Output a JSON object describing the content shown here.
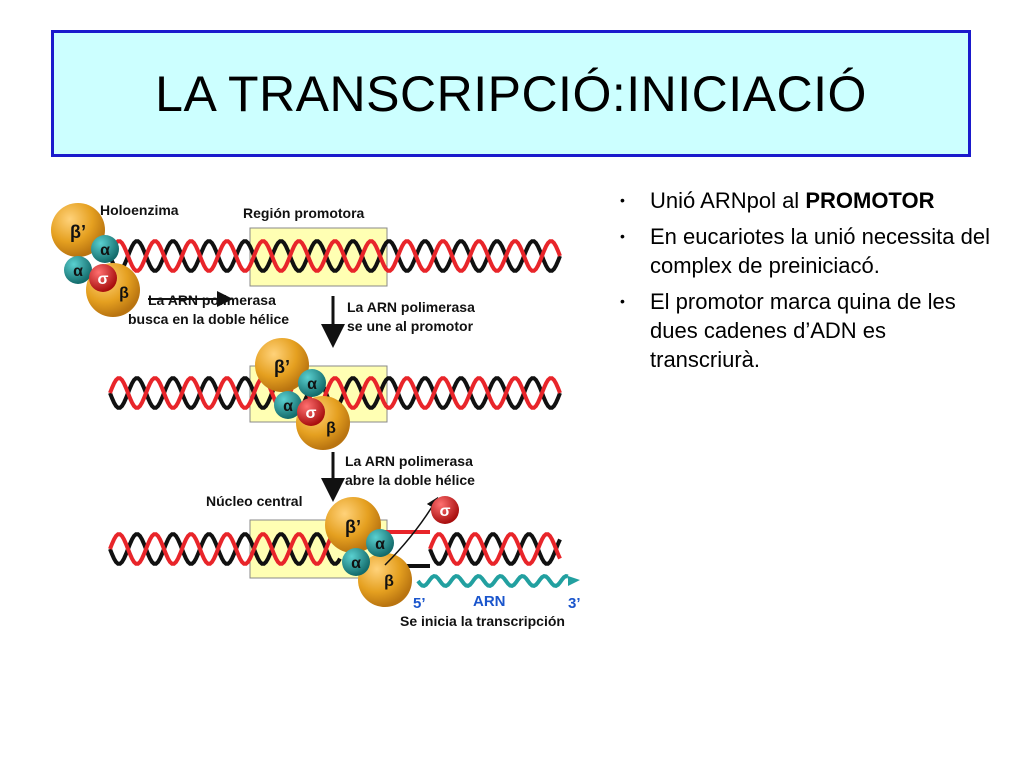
{
  "title": "LA TRANSCRIPCIÓ:INICIACIÓ",
  "bullets": [
    {
      "text": "Unió ARNpol al ",
      "bold": "PROMOTOR"
    },
    {
      "text": "En eucariotes la unió necessita del complex de preiniciacó.",
      "bold": ""
    },
    {
      "text": "El promotor marca quina de les dues cadenes d’ADN es transcriurà.",
      "bold": ""
    }
  ],
  "diagram": {
    "holoenzima": "Holoenzima",
    "region_promotora": "Región promotora",
    "step1_line1": "La ARN polimerasa",
    "step1_line2": "busca en la doble hélice",
    "step2_line1": "La ARN polimerasa",
    "step2_line2": "se une al promotor",
    "step3_line1": "La ARN polimerasa",
    "step3_line2": "abre la doble hélice",
    "nucleo_central": "Núcleo central",
    "five_prime": "5’",
    "arn": "ARN",
    "three_prime": "3’",
    "inicia": "Se inicia la transcripción",
    "subunits": {
      "beta_prime": "β’",
      "alpha": "α",
      "sigma": "σ",
      "beta": "β"
    }
  },
  "colors": {
    "title_bg": "#ccffff",
    "title_border": "#1a1acc",
    "strand_red": "#e8252a",
    "strand_black": "#111111",
    "promoter_box": "#ffffb3",
    "enzyme_orange": "#e5a020",
    "alpha_teal": "#1e8a8a",
    "sigma_red": "#d81818",
    "rna_teal": "#22a0a0",
    "label_blue": "#1a55cc"
  }
}
